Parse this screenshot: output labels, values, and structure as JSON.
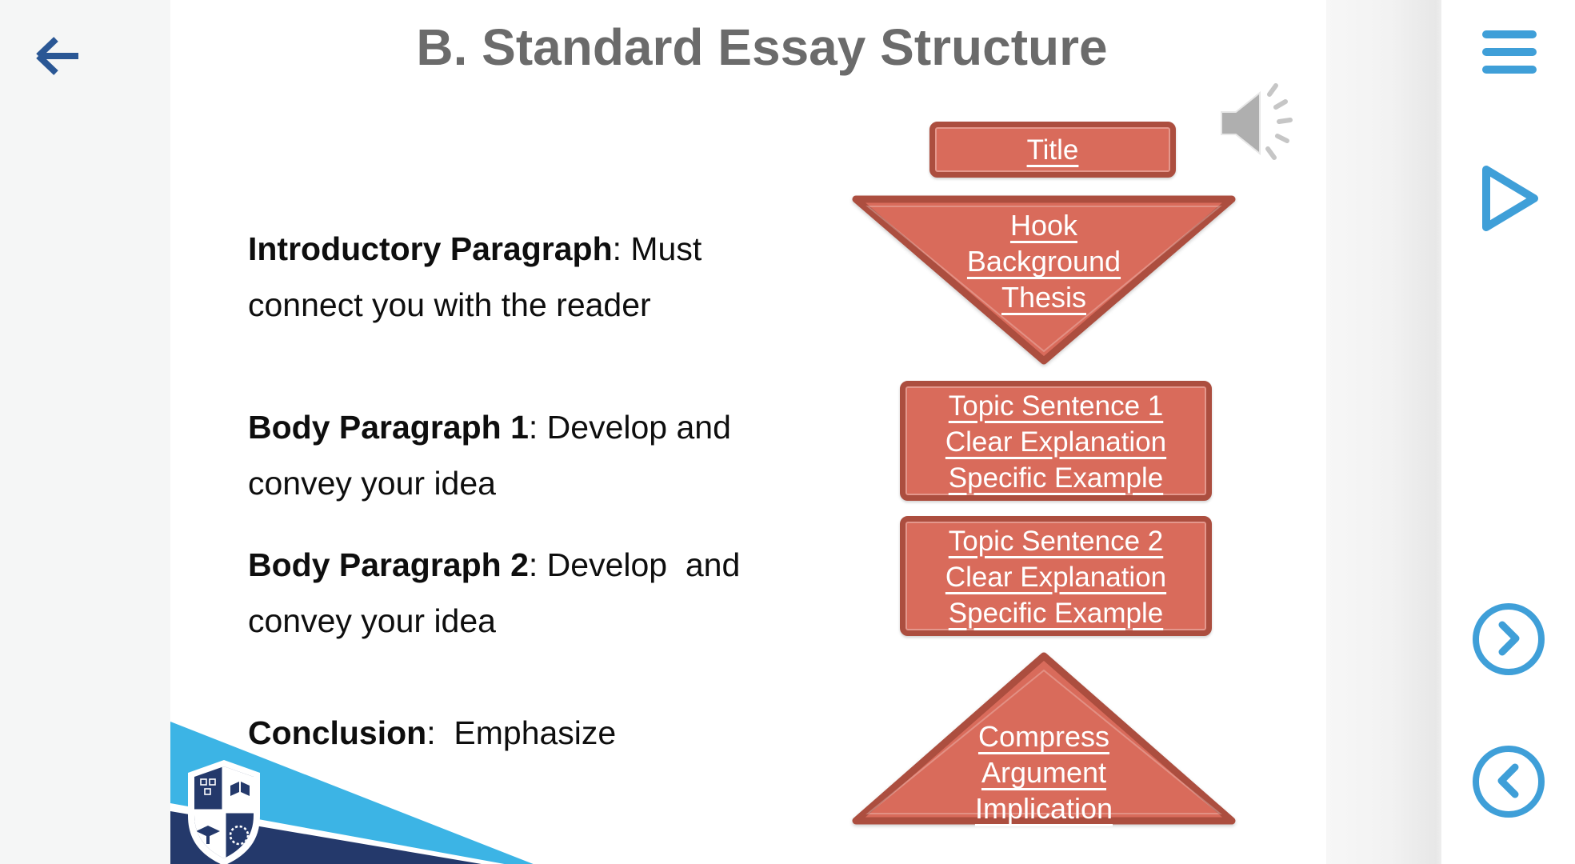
{
  "colors": {
    "accent_blue": "#3F9FD8",
    "back_arrow_blue": "#2A5795",
    "shape_fill": "#D96B5B",
    "shape_border": "#AC4E3F",
    "title_gray": "#6B6B6B",
    "swoosh_light_blue": "#3CB4E5",
    "swoosh_navy": "#24396B",
    "speaker_gray": "#AFAFAF"
  },
  "left_rail": {
    "back_icon": "back-arrow-icon"
  },
  "slide": {
    "title": "B. Standard Essay Structure",
    "audio_icon": "speaker-icon",
    "paragraphs": [
      {
        "label": "Introductory Paragraph",
        "rest": ": Must connect you with the reader"
      },
      {
        "label": "Body Paragraph 1",
        "rest": ": Develop and convey your idea"
      },
      {
        "label": "Body Paragraph 2",
        "rest": ": Develop  and convey your idea"
      },
      {
        "label": "Conclusion",
        "rest": ":  Emphasize"
      }
    ],
    "diagram": {
      "title_box": {
        "lines": [
          "Title"
        ]
      },
      "intro_triangle": {
        "lines": [
          "Hook",
          "Background",
          "Thesis"
        ]
      },
      "body1_box": {
        "lines": [
          "Topic Sentence 1",
          "Clear Explanation",
          "Specific Example"
        ]
      },
      "body2_box": {
        "lines": [
          "Topic Sentence 2",
          "Clear Explanation",
          "Specific Example"
        ]
      },
      "conclusion_triangle": {
        "lines": [
          "Compress",
          "Argument",
          "Implication"
        ]
      }
    },
    "logo": "academy-crest-logo"
  },
  "player_rail": {
    "menu_icon": "hamburger-menu-icon",
    "play_icon": "play-icon",
    "next_icon": "chevron-right-icon",
    "prev_icon": "chevron-left-icon"
  }
}
